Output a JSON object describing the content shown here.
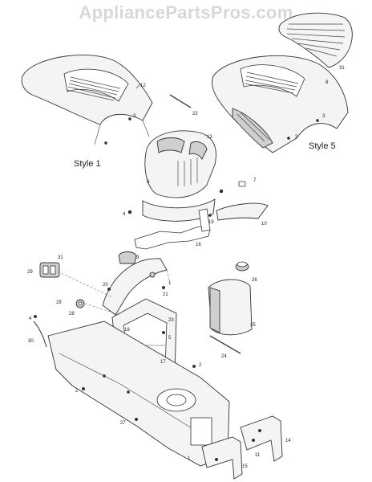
{
  "header": {
    "watermark": "AppliancePartsPros.com"
  },
  "labels": {
    "style1": "Style 1",
    "style5": "Style 5"
  },
  "callouts": [
    {
      "id": "c12",
      "text": "12"
    },
    {
      "id": "c3a",
      "text": "3"
    },
    {
      "id": "c22",
      "text": "22"
    },
    {
      "id": "c13",
      "text": "13"
    },
    {
      "id": "c6",
      "text": "6"
    },
    {
      "id": "c7",
      "text": "7"
    },
    {
      "id": "c4a",
      "text": "4"
    },
    {
      "id": "c19",
      "text": "19"
    },
    {
      "id": "c10",
      "text": "10"
    },
    {
      "id": "c16",
      "text": "16"
    },
    {
      "id": "c31a",
      "text": "31"
    },
    {
      "id": "c8a",
      "text": "8"
    },
    {
      "id": "c3b",
      "text": "3"
    },
    {
      "id": "c3c",
      "text": "3"
    },
    {
      "id": "c31b",
      "text": "31"
    },
    {
      "id": "c29",
      "text": "29"
    },
    {
      "id": "c9",
      "text": "9"
    },
    {
      "id": "c20",
      "text": "20"
    },
    {
      "id": "c1a",
      "text": "1"
    },
    {
      "id": "c21",
      "text": "21"
    },
    {
      "id": "c28",
      "text": "28"
    },
    {
      "id": "c29b",
      "text": "29"
    },
    {
      "id": "c26",
      "text": "26"
    },
    {
      "id": "c4b",
      "text": "4"
    },
    {
      "id": "c30",
      "text": "30"
    },
    {
      "id": "c23",
      "text": "23"
    },
    {
      "id": "c18",
      "text": "18"
    },
    {
      "id": "c5",
      "text": "5"
    },
    {
      "id": "c25",
      "text": "25"
    },
    {
      "id": "c17",
      "text": "17"
    },
    {
      "id": "c2a",
      "text": "2"
    },
    {
      "id": "c24",
      "text": "24"
    },
    {
      "id": "c2b",
      "text": "2"
    },
    {
      "id": "c27",
      "text": "27"
    },
    {
      "id": "c14",
      "text": "14"
    },
    {
      "id": "c11",
      "text": "11"
    },
    {
      "id": "c1b",
      "text": "1"
    },
    {
      "id": "c15",
      "text": "15"
    }
  ]
}
